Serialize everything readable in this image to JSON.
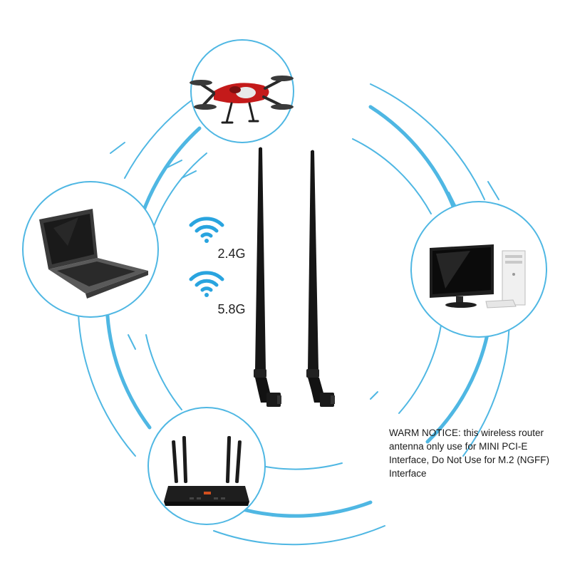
{
  "colors": {
    "ring": "#4fb7e3",
    "wifi_icon": "#29a4df",
    "device_circle_border": "#4fb7e3",
    "antenna": "#161616",
    "text": "#1a1a1a"
  },
  "bands": {
    "band_1": {
      "label": "2.4G",
      "icon": "wifi-icon"
    },
    "band_2": {
      "label": "5.8G",
      "icon": "wifi-icon"
    }
  },
  "devices": [
    {
      "name": "drone",
      "icon": "drone-icon"
    },
    {
      "name": "laptop",
      "icon": "laptop-icon"
    },
    {
      "name": "desktop-computer",
      "icon": "desktop-computer-icon"
    },
    {
      "name": "wifi-router",
      "icon": "router-icon"
    }
  ],
  "product": {
    "antenna_count": 2
  },
  "notice": {
    "text": "WARM NOTICE: this wireless router antenna only use for MINI PCI-E Interface, Do Not Use for M.2 (NGFF) Interface"
  }
}
